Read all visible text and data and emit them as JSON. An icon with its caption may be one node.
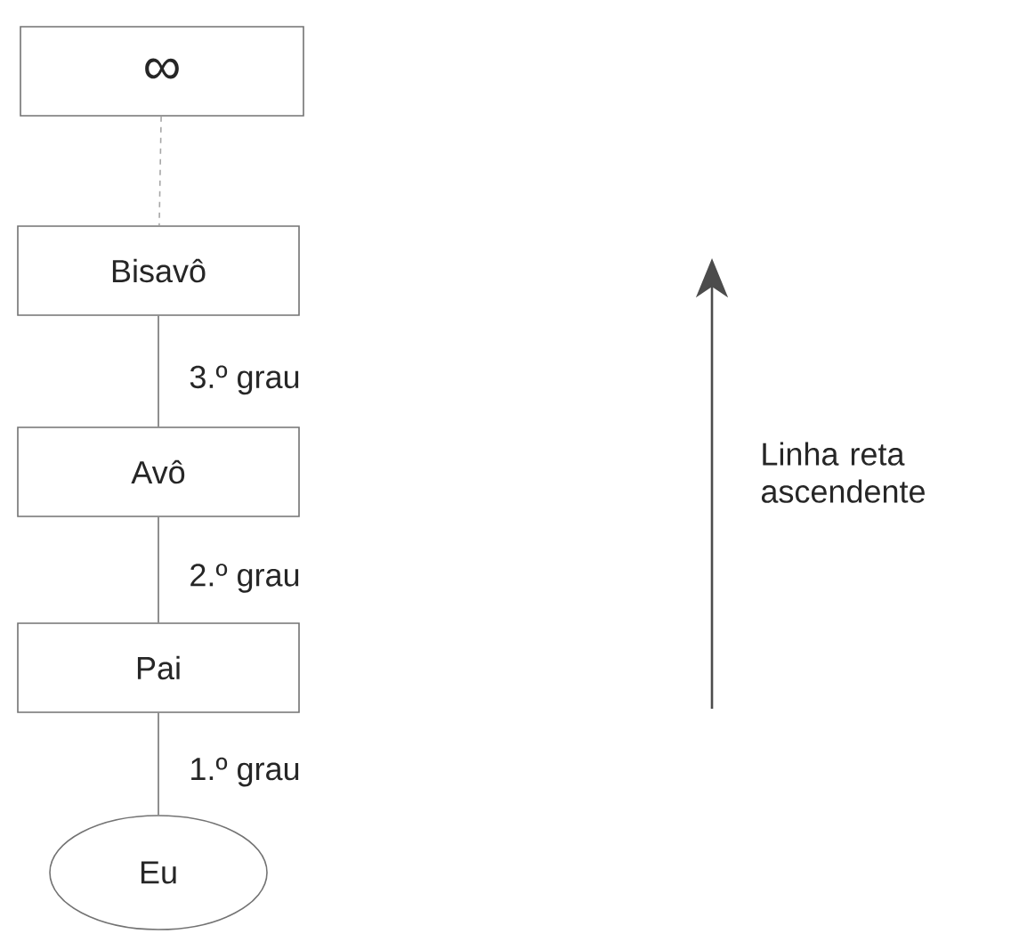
{
  "diagram": {
    "nodes": [
      {
        "text": [
          "∞"
        ]
      },
      {
        "text": [
          "Bisavô"
        ]
      },
      {
        "text": [
          "Avô"
        ]
      },
      {
        "text": [
          "Pai"
        ]
      },
      {
        "text": [
          "Eu"
        ]
      }
    ],
    "edges": [
      {
        "from": 0,
        "to": 1,
        "arrow": "none",
        "style": "dashed"
      },
      {
        "from": 1,
        "to": 2,
        "arrow": "none",
        "label": "3.º grau"
      },
      {
        "from": 2,
        "to": 3,
        "arrow": "none",
        "label": "2.º grau"
      },
      {
        "from": 3,
        "to": 4,
        "arrow": "none",
        "label": "1.º grau"
      }
    ],
    "labels": [
      "Linha reta ascendente"
    ]
  }
}
